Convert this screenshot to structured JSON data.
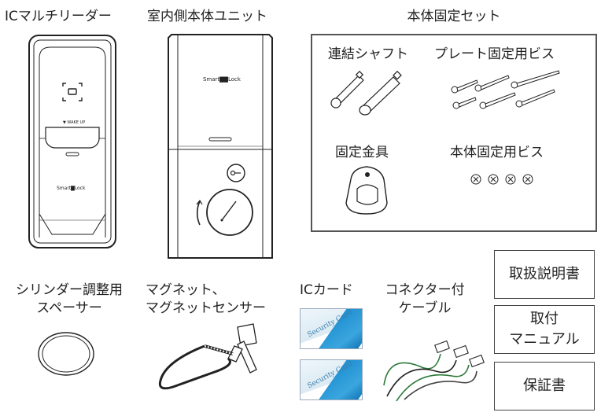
{
  "labels": {
    "ic_reader": "ICマルチリーダー",
    "indoor_unit": "室内側本体ユニット",
    "fixing_set": "本体固定セット",
    "shaft": "連結シャフト",
    "plate_screw": "プレート固定用ビス",
    "bracket": "固定金具",
    "body_screw": "本体固定用ビス",
    "spacer_line1": "シリンダー調整用",
    "spacer_line2": "スペーサー",
    "magnet_line1": "マグネット、",
    "magnet_line2": "マグネットセンサー",
    "ic_card": "ICカード",
    "cable_line1": "コネクター付",
    "cable_line2": "ケーブル"
  },
  "device_text": {
    "reader_brand": "Smart▇Lock",
    "reader_wake": "▼ WAKE UP",
    "unit_brand": "Smart▇▇Lock"
  },
  "cards": {
    "text": "Security Card"
  },
  "documents": {
    "manual": "取扱説明書",
    "install_line1": "取付",
    "install_line2": "マニュアル",
    "warranty": "保証書"
  }
}
